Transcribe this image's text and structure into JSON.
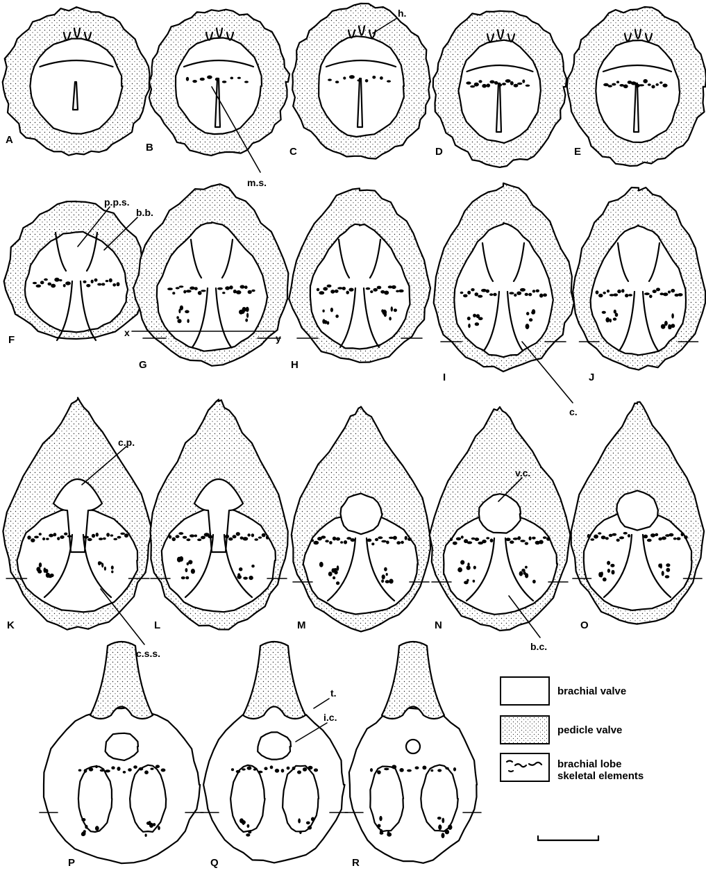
{
  "panel_labels": [
    "A",
    "B",
    "C",
    "D",
    "E",
    "F",
    "G",
    "H",
    "I",
    "J",
    "K",
    "L",
    "M",
    "N",
    "O",
    "P",
    "Q",
    "R"
  ],
  "annotations": {
    "h": "h.",
    "ms": "m.s.",
    "pps": "p.p.s.",
    "bb": "b.b.",
    "x": "x",
    "y": "y",
    "c": "c.",
    "cp": "c.p.",
    "vc": "v.c.",
    "css": "c.s.s.",
    "bc": "b.c.",
    "t": "t.",
    "ic": "i.c."
  },
  "legend": {
    "brachial_valve": "brachial valve",
    "pedicle_valve": "pedicle valve",
    "skeletal_line1": "brachial lobe",
    "skeletal_line2": "skeletal elements"
  }
}
